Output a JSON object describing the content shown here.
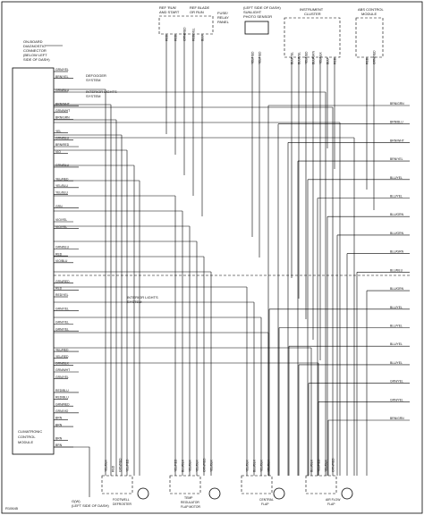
{
  "title_text": {
    "module": [
      "CLIMATRONIC",
      "CONTROL",
      "MODULE"
    ],
    "diag_connector": [
      "ON-BOARD",
      "DIAGNOSTIC",
      "CONNECTOR",
      "(BELOW LEFT",
      "SIDE OF DASH)"
    ],
    "fuse_left": [
      "REF 'RUN'",
      "AND START"
    ],
    "fuse_mid": [
      "REF BLADE",
      "OR RUN"
    ],
    "fuse_right": [
      "FUSE/",
      "RELAY",
      "PANEL"
    ],
    "sensor": [
      "(LEFT SIDE OF DASH)",
      "SUNLIGHT",
      "PHOTO SENSOR"
    ],
    "cluster": [
      "INSTRUMENT",
      "CLUSTER"
    ],
    "abs": [
      "ABS CONTROL",
      "MODULE"
    ],
    "defogger": [
      "DEFOGGER",
      "SYSTEM"
    ],
    "interior_lights_top": [
      "INTERIOR LIGHTS",
      "SYSTEM"
    ],
    "interior_lights_mid": [
      "INTERIOR LIGHTS",
      "SYSTEM"
    ],
    "ground": [
      "G(W)",
      "(LEFT SIDE OF DASH)"
    ],
    "figure_id": "R10645"
  },
  "actuators": [
    {
      "label": [
        "FOOTWELL",
        "DEFROSTER"
      ]
    },
    {
      "label": [
        "TEMP",
        "REGULATOR",
        "FLAP MOTOR"
      ]
    },
    {
      "label": [
        "CENTRAL",
        "FLAP"
      ]
    },
    {
      "label": [
        "AIR FLOW",
        "FLAP"
      ]
    }
  ],
  "left_pins": [
    "GRN/YEL",
    "BRN/YEL",
    "",
    "GRN/BLU",
    "",
    "BRN/WHT",
    "GRN/WHT",
    "BRN/GRN",
    "",
    "YEL",
    "GRN/BLU",
    "BRN/RED",
    "VIO",
    "",
    "GRN/BLU",
    "",
    "YEL/RED",
    "YEL/BLU",
    "YEL/BLU",
    "",
    "GRN",
    "",
    "VIO/YEL",
    "VIO/YEL",
    "",
    "",
    "GRN/BLU",
    "RED",
    "VIO/BLU",
    "",
    "",
    "GRN/RED",
    "RED",
    "RED/YEL",
    "",
    "GRN/YEL",
    "",
    "GRN/YEL",
    "GRN/YEL",
    "",
    "",
    "YEL/RED",
    "YEL/RED",
    "GRN/BLK",
    "GRN/WHT",
    "GRN/YEL",
    "",
    "RED/BLU",
    "RED/BLU",
    "GRN/RED",
    "GRN/VIO",
    "BRN",
    "BRN",
    "",
    "BRN",
    "BRN"
  ],
  "right_labels": [
    "BRN/GRN",
    "BRN/BLU",
    "BRN/WHT",
    "BRN/YEL",
    "BLU/YEL",
    "BLU/YEL",
    "BLU/GRN",
    "BLU/GRN",
    "BLU/GRN",
    "BLU/BLU",
    "BLU/GRN",
    "BLU/YEL",
    "BLU/YEL",
    "BLU/YEL",
    "BLU/YEL",
    "GRN/YEL",
    "GRN/YEL",
    "BRN/GRN"
  ],
  "bottom_wire_labels": [
    "YEL/BLK",
    "RED",
    "GRN/RED",
    "YEL/RED",
    "YEL/RED",
    "BLU/BLK",
    "YEL/BLK",
    "YEL/BLK",
    "GRN/RED",
    "YEL/BLK",
    "YEL/BLK",
    "BLU/BLK",
    "YEL/BLK",
    "YEL/BLK",
    "BLU/BLK",
    "YEL/RED",
    "YEL/BLK",
    "GRN/RED"
  ],
  "top_wire_labels": [
    "RED",
    "RED",
    "GRN/RED",
    "RED/YEL",
    "BLU",
    "YEL/RED",
    "YEL/RED",
    "BLU/YEL",
    "BLU/YEL",
    "YEL/RED",
    "BLU/GRN",
    "YEL/BLK",
    "BLU"
  ]
}
